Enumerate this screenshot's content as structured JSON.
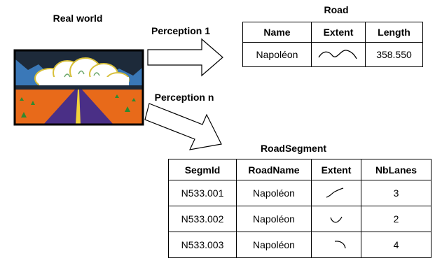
{
  "real_world_label": "Real world",
  "perception_1_label": "Perception 1",
  "perception_n_label": "Perception n",
  "road": {
    "title": "Road",
    "columns": [
      "Name",
      "Extent",
      "Length"
    ],
    "rows": [
      {
        "name": "Napoléon",
        "extent_icon": "wave-curve-icon",
        "length": "358.550"
      }
    ]
  },
  "road_segment": {
    "title": "RoadSegment",
    "columns": [
      "SegmId",
      "RoadName",
      "Extent",
      "NbLanes"
    ],
    "rows": [
      {
        "segm_id": "N533.001",
        "road_name": "Napoléon",
        "extent_icon": "rising-curve-icon",
        "nb_lanes": "3"
      },
      {
        "segm_id": "N533.002",
        "road_name": "Napoléon",
        "extent_icon": "dip-curve-icon",
        "nb_lanes": "2"
      },
      {
        "segm_id": "N533.003",
        "road_name": "Napoléon",
        "extent_icon": "hump-curve-icon",
        "nb_lanes": "4"
      }
    ]
  },
  "colors": {
    "sky": "#3a78b8",
    "ground": "#e86a1a",
    "road": "#4a2f86",
    "cloud": "#ffffff",
    "mountain": "#1d2a3a",
    "lane_mark": "#f2d23a",
    "grass": "#2f8a2f"
  }
}
